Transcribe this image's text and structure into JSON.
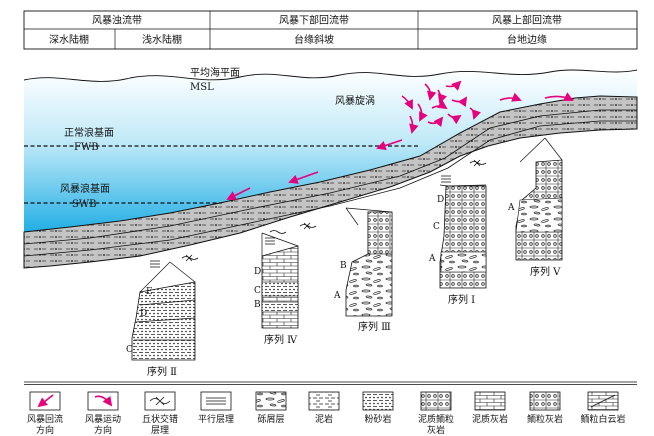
{
  "header": {
    "zones": [
      "风暴浊流带",
      "风暴下部回流带",
      "风暴上部回流带"
    ],
    "subzones": [
      "深水陆棚",
      "浅水陆棚",
      "台缘斜坡",
      "台地边缘"
    ]
  },
  "levels": {
    "msl_cn": "平均海平面",
    "msl": "MSL",
    "fwb_cn": "正常浪基面",
    "fwb": "FWB",
    "swb_cn": "风暴浪基面",
    "swb": "SWB",
    "vortex": "风暴旋涡"
  },
  "sequences": [
    {
      "name": "序列 Ⅰ",
      "units": [
        "D",
        "C",
        "A"
      ]
    },
    {
      "name": "序列 Ⅱ",
      "units": [
        "E",
        "D",
        "C"
      ]
    },
    {
      "name": "序列 Ⅲ",
      "units": [
        "B",
        "A"
      ]
    },
    {
      "name": "序列 Ⅳ",
      "units": [
        "D",
        "C",
        "B"
      ]
    },
    {
      "name": "序列 Ⅴ",
      "units": [
        "A"
      ]
    }
  ],
  "legend": [
    {
      "label": [
        "风暴回流",
        "方向"
      ],
      "icon": "return-flow-arrow-icon"
    },
    {
      "label": [
        "风暴运动",
        "方向"
      ],
      "icon": "storm-motion-arrow-icon"
    },
    {
      "label": [
        "丘状交错",
        "层理"
      ],
      "icon": "hummocky-cross-bedding-icon"
    },
    {
      "label": [
        "平行层理"
      ],
      "icon": "parallel-bedding-icon"
    },
    {
      "label": [
        "砾屑层"
      ],
      "icon": "intraclast-layer-icon"
    },
    {
      "label": [
        "泥岩"
      ],
      "icon": "mudstone-icon"
    },
    {
      "label": [
        "粉砂岩"
      ],
      "icon": "siltstone-icon"
    },
    {
      "label": [
        "泥质鲕粒",
        "灰岩"
      ],
      "icon": "argillaceous-oolitic-limestone-icon"
    },
    {
      "label": [
        "泥质灰岩"
      ],
      "icon": "argillaceous-limestone-icon"
    },
    {
      "label": [
        "鲕粒灰岩"
      ],
      "icon": "oolitic-limestone-icon"
    },
    {
      "label": [
        "鲕粒白云岩"
      ],
      "icon": "oolitic-dolomite-icon"
    }
  ],
  "colors": {
    "sea_top": "#ffffff",
    "sea_bottom": "#29b3e6",
    "arrow": "#e6007e",
    "strata": "#bdbdbd"
  }
}
